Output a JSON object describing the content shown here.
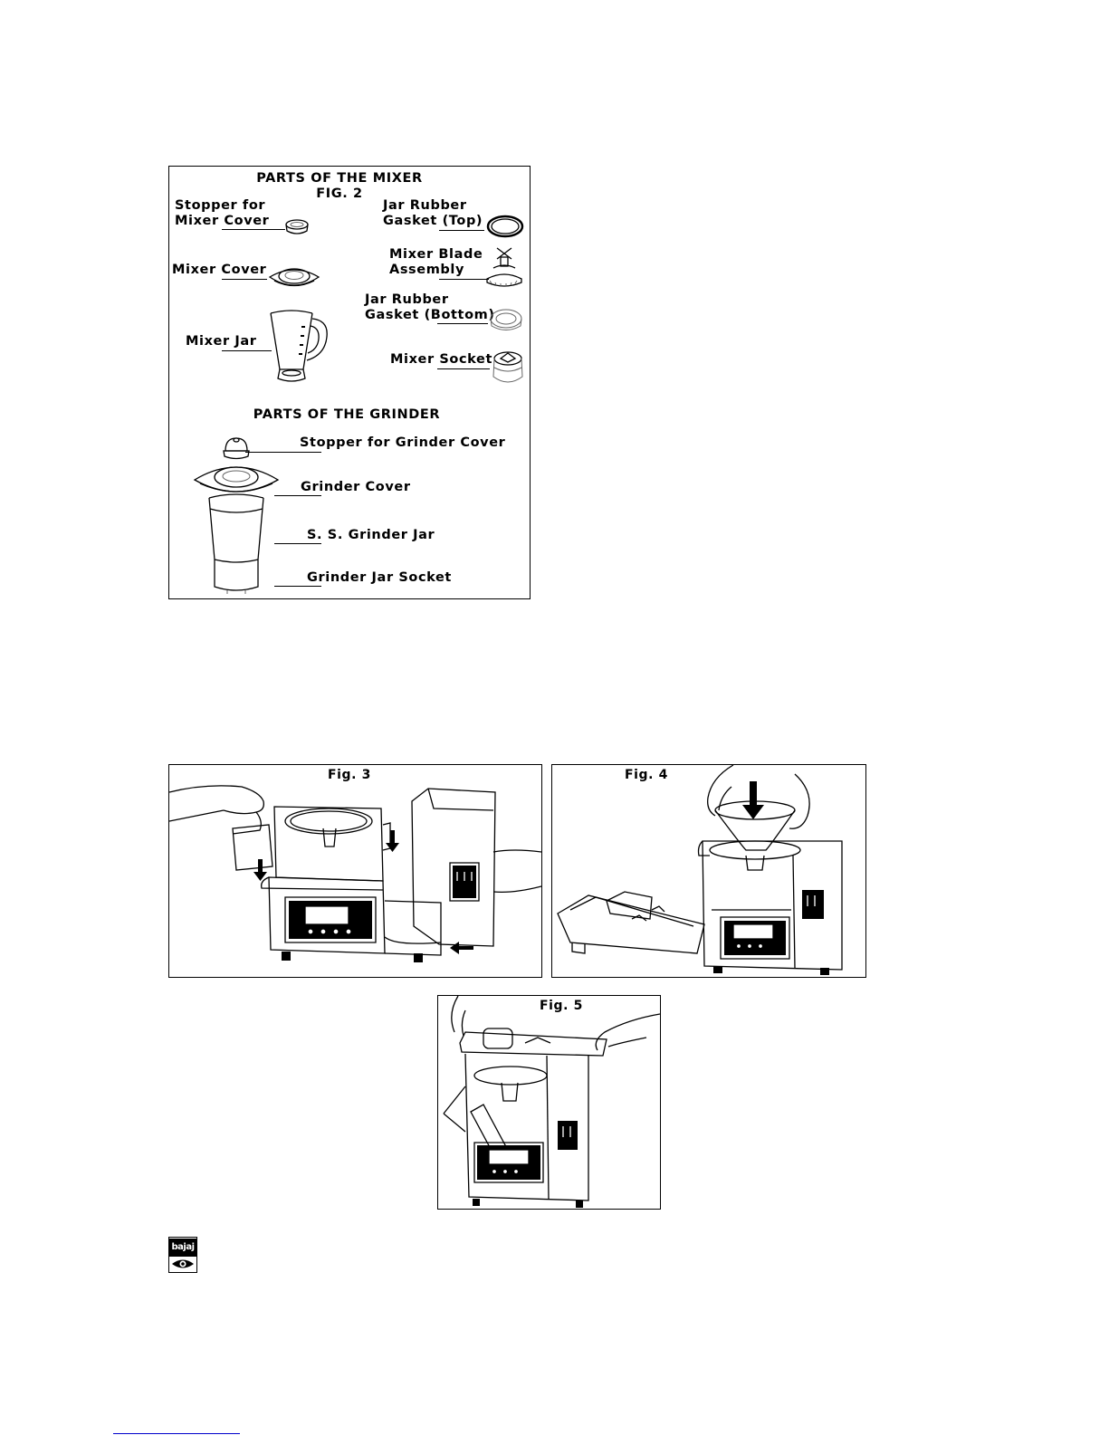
{
  "fig2": {
    "title_mixer": "PARTS OF THE MIXER",
    "fig_label": "FIG. 2",
    "title_grinder": "PARTS OF THE GRINDER",
    "parts": {
      "stopper_mixer_cover": {
        "line1": "Stopper for",
        "line2": "Mixer Cover"
      },
      "mixer_cover": "Mixer Cover",
      "mixer_jar": "Mixer Jar",
      "gasket_top": {
        "line1": "Jar Rubber",
        "line2": "Gasket (Top)"
      },
      "blade_assembly": {
        "line1": "Mixer Blade",
        "line2": "Assembly"
      },
      "gasket_bottom": {
        "line1": "Jar Rubber",
        "line2": "Gasket (Bottom)"
      },
      "mixer_socket": "Mixer Socket",
      "stopper_grinder_cover": "Stopper for Grinder Cover",
      "grinder_cover": "Grinder Cover",
      "ss_grinder_jar": "S. S. Grinder Jar",
      "grinder_jar_socket": "Grinder Jar Socket"
    }
  },
  "fig3": {
    "label": "Fig. 3"
  },
  "fig4": {
    "label": "Fig. 4"
  },
  "fig5": {
    "label": "Fig. 5"
  },
  "logo": {
    "text": "bajaj"
  }
}
